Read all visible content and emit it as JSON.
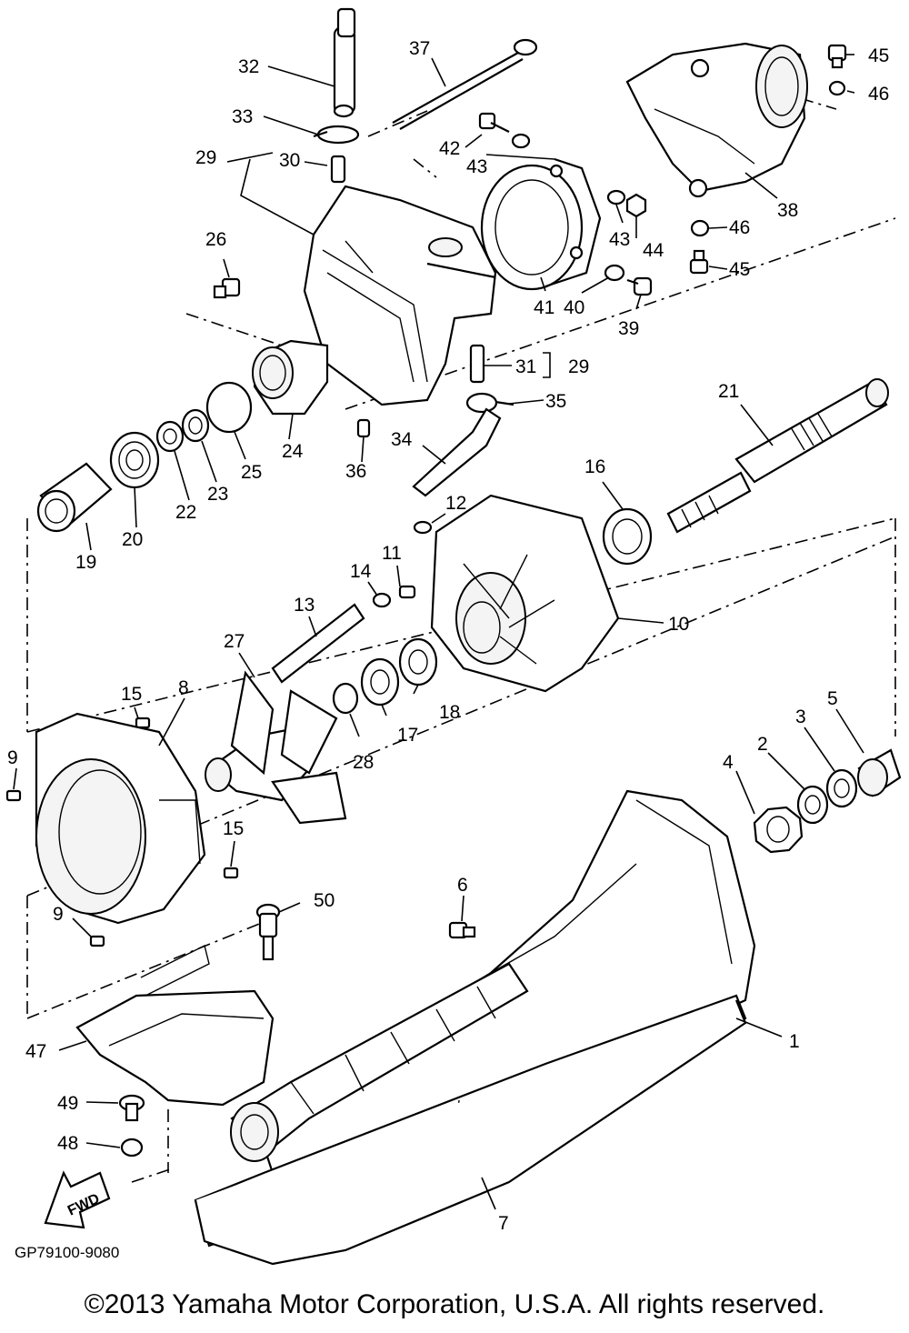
{
  "diagram_code": "GP79100-9080",
  "copyright": "©2013 Yamaha Motor Corporation, U.S.A. All rights reserved.",
  "fwd_label": "FWD",
  "labels": {
    "p1": "1",
    "p2": "2",
    "p3": "3",
    "p4": "4",
    "p5": "5",
    "p6": "6",
    "p7": "7",
    "p8": "8",
    "p9a": "9",
    "p9b": "9",
    "p10": "10",
    "p11": "11",
    "p12": "12",
    "p13": "13",
    "p14": "14",
    "p15a": "15",
    "p15b": "15",
    "p16": "16",
    "p17": "17",
    "p18": "18",
    "p19": "19",
    "p20": "20",
    "p21": "21",
    "p22": "22",
    "p23": "23",
    "p24": "24",
    "p25": "25",
    "p26": "26",
    "p27": "27",
    "p28": "28",
    "p29a": "29",
    "p29b": "29",
    "p30": "30",
    "p31": "31",
    "p32": "32",
    "p33": "33",
    "p34": "34",
    "p35": "35",
    "p36": "36",
    "p37": "37",
    "p38": "38",
    "p39": "39",
    "p40": "40",
    "p41": "41",
    "p42": "42",
    "p43a": "43",
    "p43b": "43",
    "p44": "44",
    "p45a": "45",
    "p45b": "45",
    "p46a": "46",
    "p46b": "46",
    "p47": "47",
    "p48": "48",
    "p49": "49",
    "p50": "50"
  },
  "icons": {
    "fwd_arrow": "fwd-arrow-icon"
  }
}
